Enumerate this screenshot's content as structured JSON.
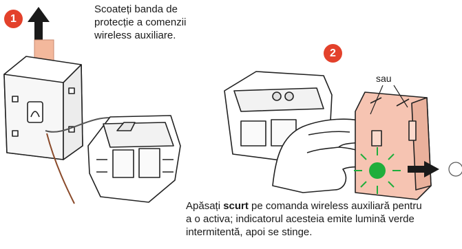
{
  "step1": {
    "number": "1",
    "instruction_lines": [
      "Scoateți banda de",
      "protecție a comenzii",
      "wireless auxiliare."
    ]
  },
  "step2": {
    "number": "2",
    "or_label": "sau",
    "instruction_before": "Apăsați ",
    "instruction_bold": "scurt",
    "instruction_after_line1": " pe comanda wireless auxiliară pentru",
    "instruction_line2": "a o activa; indicatorul acesteia emite lumină verde",
    "instruction_line3": "intermitentă, apoi se stinge."
  },
  "colors": {
    "badge": "#e3412b",
    "tab": "#f3b89c",
    "module_fill": "#f6c4b2",
    "led": "#1fae3c",
    "outline": "#222222"
  }
}
